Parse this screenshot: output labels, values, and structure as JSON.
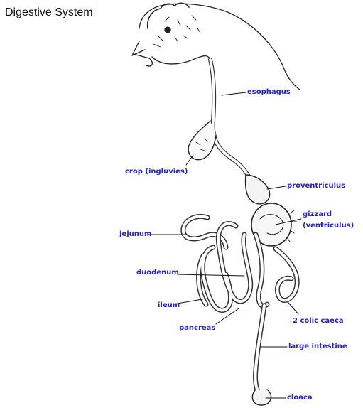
{
  "title": "Digestive System",
  "label_color": "#2323c8",
  "labels": {
    "esophagus": "esophagus",
    "crop": "crop (ingluvies)",
    "proventriculus": "proventriculus",
    "gizzard_line1": "gizzard",
    "gizzard_line2": "(ventriculus)",
    "jejunum": "jejunum",
    "duodenum": "duodenum",
    "ileum": "ileum",
    "pancreas": "pancreas",
    "colic_caeca": "2 colic caeca",
    "large_intestine": "large intestine",
    "cloaca": "cloaca"
  }
}
